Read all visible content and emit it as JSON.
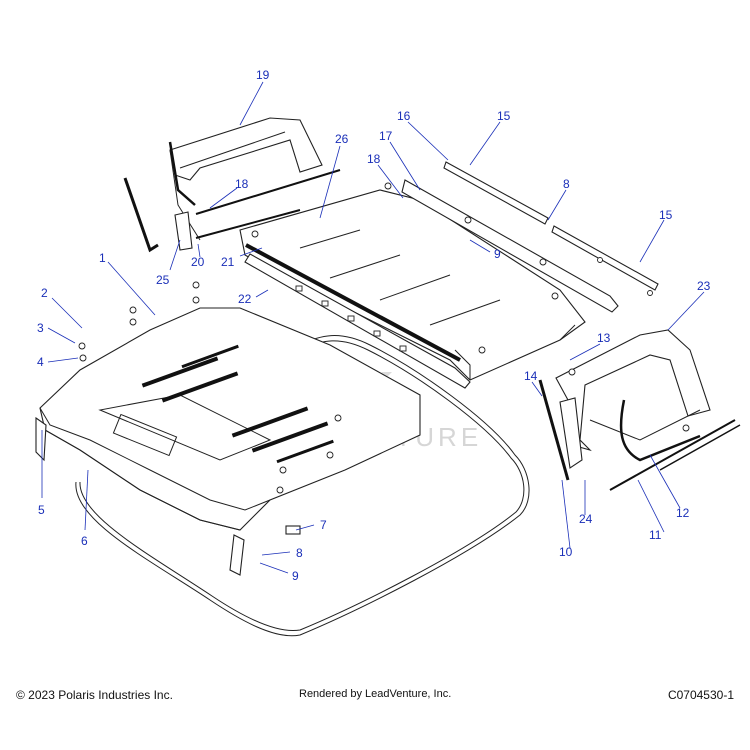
{
  "watermark": "LEADVENTURE",
  "colors": {
    "callout": "#1a2fb8",
    "line": "#222222"
  },
  "callouts": [
    {
      "id": "c1",
      "label": "1"
    },
    {
      "id": "c2",
      "label": "2"
    },
    {
      "id": "c3",
      "label": "3"
    },
    {
      "id": "c4",
      "label": "4"
    },
    {
      "id": "c5",
      "label": "5"
    },
    {
      "id": "c6",
      "label": "6"
    },
    {
      "id": "c7",
      "label": "7"
    },
    {
      "id": "c8a",
      "label": "8"
    },
    {
      "id": "c8b",
      "label": "8"
    },
    {
      "id": "c9a",
      "label": "9"
    },
    {
      "id": "c9b",
      "label": "9"
    },
    {
      "id": "c10",
      "label": "10"
    },
    {
      "id": "c11",
      "label": "11"
    },
    {
      "id": "c12",
      "label": "12"
    },
    {
      "id": "c13",
      "label": "13"
    },
    {
      "id": "c14",
      "label": "14"
    },
    {
      "id": "c15a",
      "label": "15"
    },
    {
      "id": "c15b",
      "label": "15"
    },
    {
      "id": "c16",
      "label": "16"
    },
    {
      "id": "c17",
      "label": "17"
    },
    {
      "id": "c18a",
      "label": "18"
    },
    {
      "id": "c18b",
      "label": "18"
    },
    {
      "id": "c19",
      "label": "19"
    },
    {
      "id": "c20",
      "label": "20"
    },
    {
      "id": "c21",
      "label": "21"
    },
    {
      "id": "c22",
      "label": "22"
    },
    {
      "id": "c23",
      "label": "23"
    },
    {
      "id": "c24",
      "label": "24"
    },
    {
      "id": "c25",
      "label": "25"
    },
    {
      "id": "c26",
      "label": "26"
    }
  ],
  "footer": {
    "copyright": "© 2023 Polaris Industries Inc.",
    "rendered_by": "Rendered by LeadVenture, Inc.",
    "diagram_code": "C0704530-1"
  }
}
